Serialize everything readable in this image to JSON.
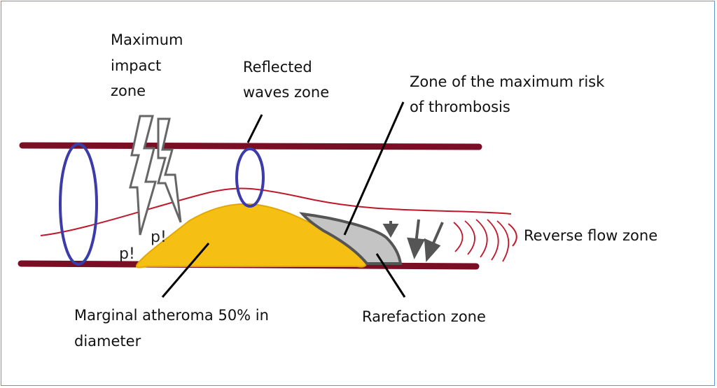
{
  "labels": {
    "maximum_impact_zone": [
      "Maximum",
      "impact",
      "zone"
    ],
    "reflected_waves_zone": [
      "Reflected",
      "waves zone"
    ],
    "max_thrombosis_risk_zone": [
      "Zone of the maximum risk",
      "of thrombosis"
    ],
    "reverse_flow_zone": "Reverse flow zone",
    "rarefaction_zone": "Rarefaction zone",
    "marginal_atheroma": [
      "Marginal atheroma 50% in",
      "diameter"
    ],
    "pressure_mark_1": "p!",
    "pressure_mark_2": "p!"
  },
  "colors": {
    "vessel_wall": "#7a0e25",
    "flow_line": "#c0182a",
    "atheroma": "#f5c013",
    "rarefaction": "#c4c4c4",
    "ring": "#3b3baa",
    "frame": "#5b9bd5"
  }
}
